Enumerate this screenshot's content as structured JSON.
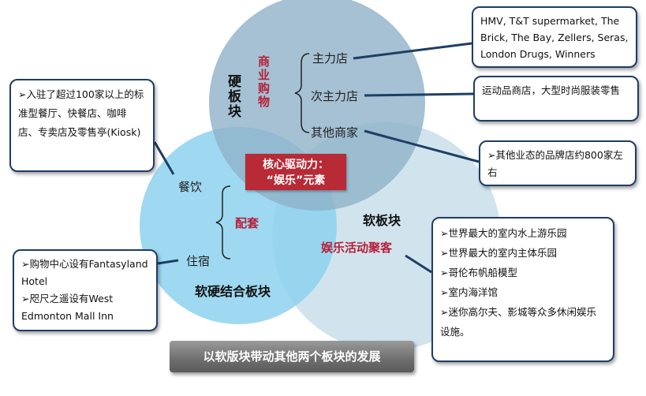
{
  "circles": {
    "hard": {
      "title": "硬板块",
      "subtitle": "商业购物"
    },
    "soft": {
      "title": "软板块",
      "subtitle": "娱乐活动聚客"
    },
    "mixed": {
      "title": "软硬结合板块",
      "subtitle": "配套"
    }
  },
  "core": {
    "line1": "核心驱动力：",
    "line2": "“娱乐”元素"
  },
  "hard_items": [
    "主力店",
    "次主力店",
    "其他商家"
  ],
  "mixed_items": [
    "餐饮",
    "住宿"
  ],
  "callouts": {
    "anchor": [
      "HMV, T&T supermarket, The Brick, The  Bay, Zellers, Seras, London Drugs, Winners"
    ],
    "sub_anchor": [
      "运动品商店，大型时尚服装零售"
    ],
    "other": [
      "➢其他业态的品牌店约800家左右"
    ],
    "dining": [
      "➢入驻了超过100家以上的标准型餐厅、快餐店、咖啡店、专卖店及零售亭(Kiosk)"
    ],
    "lodging": [
      "➢购物中心设有Fantasyland Hotel",
      "➢咫尺之遥设有West Edmonton Mall Inn"
    ],
    "entertainment": [
      "➢世界最大的室内水上游乐园",
      "➢世界最大的室内主体乐园",
      "➢哥伦布帆船模型",
      "➢室内海洋馆",
      "➢迷你高尔夫、影城等众多休闲娱乐设施。"
    ]
  },
  "footer": "以软版块带动其他两个板块的发展",
  "colors": {
    "hard_circle": "#8fb2c8",
    "soft_circle": "#c9dfea",
    "mixed_circle": "#8dd2ef",
    "accent_red": "#b5203a",
    "border_navy": "#1e3e66"
  }
}
